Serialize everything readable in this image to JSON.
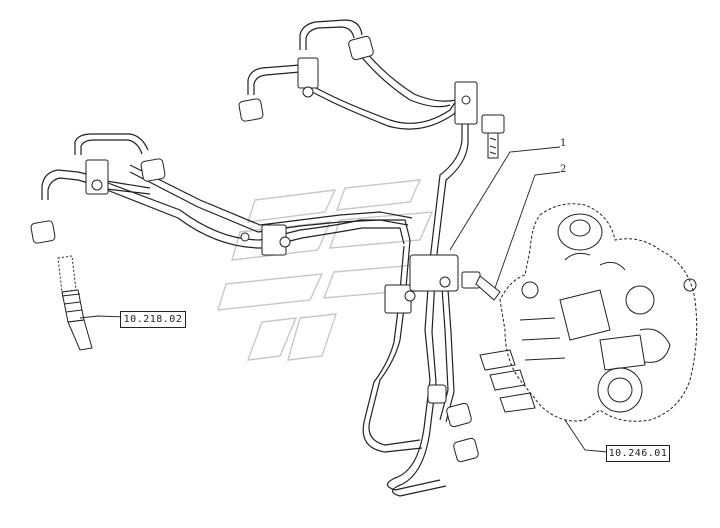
{
  "references": {
    "ref_injector": "10.218.02",
    "ref_pump": "10.246.01"
  },
  "callouts": {
    "item_1": "1",
    "item_2": "2"
  },
  "colors": {
    "line": "#222222",
    "watermark": "#c8c8c8"
  }
}
